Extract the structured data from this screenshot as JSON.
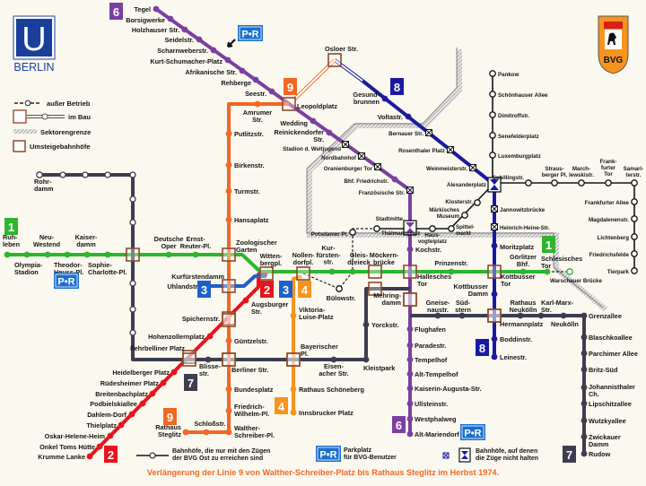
{
  "logo": {
    "letter": "U",
    "city": "BERLIN"
  },
  "bvg_shield": "BVG",
  "legend": {
    "out_of_service": "außer Betrieb",
    "under_construction": "im Bau",
    "sector_border": "Sektorengrenze",
    "interchange": "Umsteigebahnhöfe"
  },
  "pr_label": "P•R",
  "lines": [
    {
      "id": "1",
      "color": "#2db52d",
      "stations": [
        "Ruh-\nleben",
        "Olympia-\nStadion",
        "Neu-\nWestend",
        "Theodor-\nHeuss-Pl.",
        "Kaiser-\ndamm",
        "Sophie-\nCharlotte-Pl.",
        "Deutsche\nOper",
        "Ernst-\nReuter-Pl.",
        "Zoologischer\nGarten",
        "Witten-\nbergpl.",
        "Nollen-\ndorfpl.",
        "Kur-\nfürsten-\nstr.",
        "Gleis-\ndreieck",
        "Möckern-\nbrücke",
        "Hallesches\nTor",
        "Prinzenstr.",
        "Kottbusser\nTor",
        "Görlitzer\nBhf.",
        "Schlesisches\nTor",
        "Warschauer Brücke"
      ]
    },
    {
      "id": "2",
      "color": "#e8141c",
      "stations": [
        "Krumme Lanke",
        "Onkel Toms Hütte",
        "Oskar-Helene-Heim",
        "Thielplatz",
        "Dahlem-Dorf",
        "Podbielskiallee",
        "Breitenbachplatz",
        "Rüdesheimer Platz",
        "Heidelberger Platz",
        "Fehrbelliner Platz",
        "Hohenzollernplatz",
        "Spichernstr.",
        "Augsburger\nStr."
      ]
    },
    {
      "id": "3",
      "color": "#1f5fc8",
      "stations": [
        "Uhlandstr.",
        "Kurfürstendamm"
      ]
    },
    {
      "id": "4",
      "color": "#f7941d",
      "stations": [
        "Viktoria-\nLuise-Platz",
        "Bayerischer\nPl.",
        "Rathaus Schöneberg",
        "Innsbrucker Platz"
      ]
    },
    {
      "id": "6",
      "color": "#7b3fa0",
      "stations": [
        "Tegel",
        "Borsigwerke",
        "Holzhauser Str.",
        "Seidelstr.",
        "Scharnweberstr.",
        "Kurt-Schumacher-Platz",
        "Afrikanische Str.",
        "Rehberge",
        "Seestr.",
        "Leopoldplatz",
        "Wedding",
        "Reinickendorfer\nStr.",
        "Stadion d. Weltjugend",
        "Nordbahnhof",
        "Oranienburger Tor",
        "Bhf. Friedrichstr.",
        "Französische Str.",
        "Stadtmitte",
        "Kochstr.",
        "Mehring-\ndamm",
        "Flughafen",
        "Paradestr.",
        "Tempelhof",
        "Alt-Tempelhof",
        "Kaiserin-Augusta-Str.",
        "Ullsteinstr.",
        "Westphalweg",
        "Alt-Mariendorf"
      ]
    },
    {
      "id": "7",
      "color": "#3d3d4f",
      "stations": [
        "Rohr-\ndamm",
        "Blisse-\nstr.",
        "Berliner Str.",
        "Eisen-\nacher Str.",
        "Kleistpark",
        "Yorckstr.",
        "Gneise-\nnaustr.",
        "Süd-\nstern",
        "Rathaus\nNeukölln",
        "Karl-Marx-\nStr.",
        "Neukölln",
        "Grenzallee",
        "Blaschkoallee",
        "Parchimer Allee",
        "Britz-Süd",
        "Johannisthaler\nCh.",
        "Lipschitzallee",
        "Wutzkyallee",
        "Zwickauer\nDamm",
        "Rudow"
      ]
    },
    {
      "id": "8",
      "color": "#1a1aa0",
      "stations": [
        "Osloer Str.",
        "Gesund-\nbrunnen",
        "Voltastr.",
        "Bernauer Str.",
        "Rosenthaler Platz",
        "Weinmeisterstr.",
        "Alexanderplatz",
        "Jannowitzbrücke",
        "Heinrich-Heine-Str.",
        "Moritzplatz",
        "Kottbusser\nDamm",
        "Hermannplatz",
        "Boddinstr.",
        "Leinestr."
      ]
    },
    {
      "id": "9",
      "color": "#f26722",
      "stations": [
        "Amrumer\nStr.",
        "Putlitzstr.",
        "Birkenstr.",
        "Turmstr.",
        "Hansaplatz",
        "Güntzelstr.",
        "Bundesplatz",
        "Friedrich-\nWilhelm-Pl.",
        "Walther-\nSchreiber-Pl.",
        "Schloßstr.",
        "Rathaus\nSteglitz"
      ]
    },
    {
      "color": "#151515",
      "stations": [
        "Pankow",
        "Schönhauser Allee",
        "Dimitroffstr.",
        "Senefelderplatz",
        "Luxemburgplatz",
        "Schillingstr.",
        "Straus-\nberger Pl.",
        "March-\nlewskistr.",
        "Frank-\nfurter\nTor",
        "Samari-\nterstr.",
        "Frankfurter Allee",
        "Magdalenenstr.",
        "Lichtenberg",
        "Friedrichsfelde",
        "Tierpark",
        "Klosterstr.",
        "Märkisches\nMuseum",
        "Spittel-\nmarkt",
        "Haus-\nvogteiplatz",
        "Thälmannplatz",
        "Potsdamer Pl.",
        "Bülowstr."
      ]
    }
  ],
  "footer": {
    "east_only": "Bahnhöfe, die nur mit den Zügen\nder BVG Ost zu erreichen sind",
    "parking": "Parkplatz\nfür BVG-Benutzer",
    "no_stop": "Bahnhöfe, auf denen\ndie Züge nicht halten",
    "caption": "Verlängerung der Linie 9 von Walther-Schreiber-Platz bis Rathaus Steglitz im Herbst 1974."
  }
}
